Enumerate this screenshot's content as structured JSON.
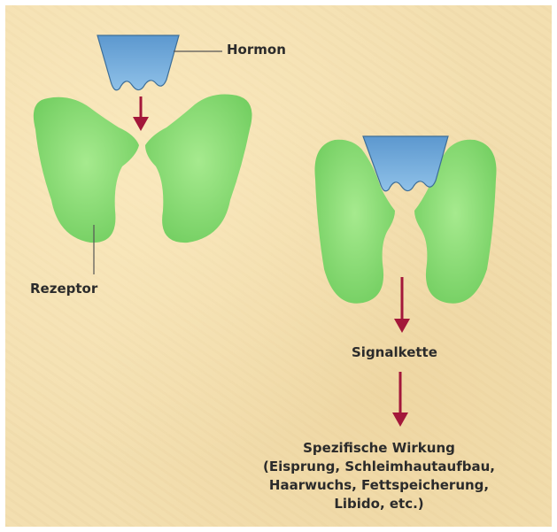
{
  "labels": {
    "hormone": "Hormon",
    "receptor": "Rezeptor",
    "signal_chain": "Signalkette",
    "effect_title": "Spezifische Wirkung",
    "effect_lines": [
      "(Eisprung, Schleimhautaufbau,",
      "Haarwuchs, Fettspeicherung,",
      "Libido, etc.)"
    ]
  },
  "colors": {
    "background": "#f3dfb0",
    "receptor": "#8fe07a",
    "hormone": "#6fa9da",
    "arrow": "#a3173a",
    "leader_line": "#555555",
    "text": "#2b2b2b"
  }
}
